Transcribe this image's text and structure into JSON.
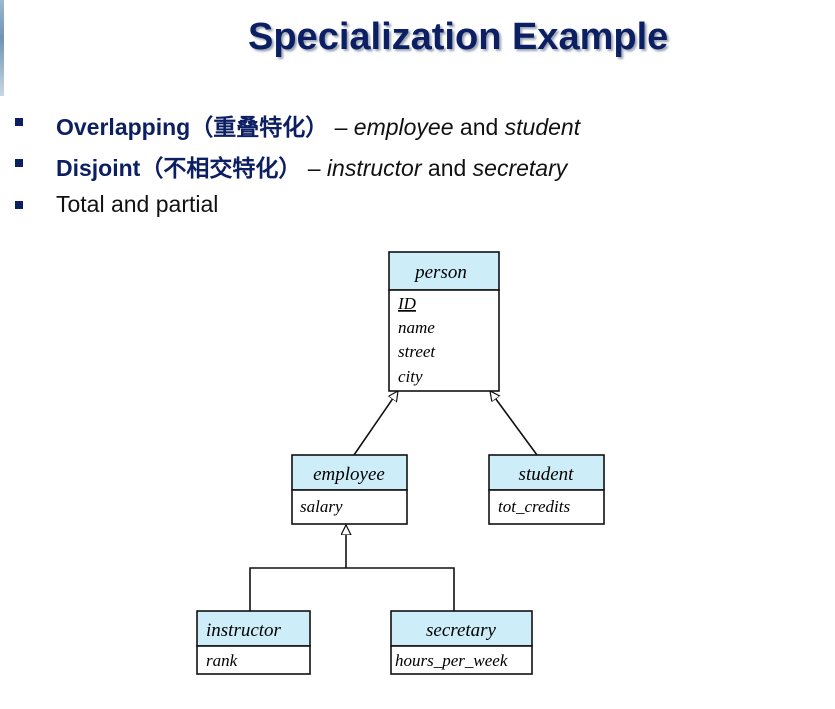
{
  "slide": {
    "title": "Specialization Example",
    "bullets": [
      {
        "term": "Overlapping",
        "cn": "（重叠特化）",
        "dash": " – ",
        "a": "employee",
        "and": " and ",
        "b": "student"
      },
      {
        "term": "Disjoint",
        "cn": "（不相交特化）",
        "dash": " – ",
        "a": "instructor",
        "and": " and ",
        "b": "secretary"
      },
      {
        "text": "Total and partial"
      }
    ]
  },
  "diagram": {
    "entities": {
      "person": {
        "name": "person",
        "attributes": [
          "ID",
          "name",
          "street",
          "city"
        ],
        "key": "ID"
      },
      "employee": {
        "name": "employee",
        "attributes": [
          "salary"
        ]
      },
      "student": {
        "name": "student",
        "attributes": [
          "tot_credits"
        ]
      },
      "instructor": {
        "name": "instructor",
        "attributes": [
          "rank"
        ]
      },
      "secretary": {
        "name": "secretary",
        "attributes": [
          "hours_per_week"
        ]
      }
    },
    "colors": {
      "header_fill": "#cdeef9",
      "line": "#111111",
      "title": "#0d1f63",
      "bullet": "#0d1f63"
    }
  }
}
